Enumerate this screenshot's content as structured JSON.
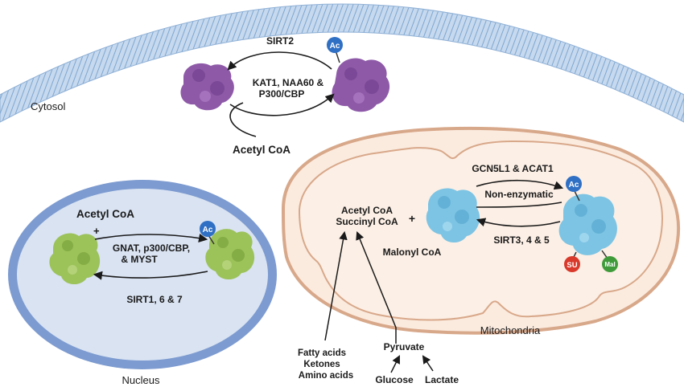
{
  "compartments": {
    "cytosol": "Cytosol",
    "nucleus": "Nucleus",
    "mitochondria": "Mitochondria"
  },
  "cytosol_cycle": {
    "deacetylase": "SIRT2",
    "acetyltransferase_line1": "KAT1, NAA60 &",
    "acetyltransferase_line2": "P300/CBP",
    "substrate": "Acetyl CoA"
  },
  "nucleus_cycle": {
    "substrate": "Acetyl CoA",
    "plus": "+",
    "acetyltransferase_line1": "GNAT, p300/CBP,",
    "acetyltransferase_line2": "& MYST",
    "deacetylase": "SIRT1, 6 & 7"
  },
  "mito_cycle": {
    "substrate_line1": "Acetyl CoA",
    "substrate_line2": "Succinyl CoA",
    "plus": "+",
    "substrate_line3": "Malonyl CoA",
    "acetyltransferase": "GCN5L1 & ACAT1",
    "non_enzymatic": "Non-enzymatic",
    "deacetylase": "SIRT3, 4 & 5"
  },
  "sources": {
    "fatty_acids": "Fatty acids",
    "ketones": "Ketones",
    "amino_acids": "Amino acids",
    "pyruvate": "Pyruvate",
    "glucose": "Glucose",
    "lactate": "Lactate"
  },
  "badges": {
    "acetyl": "Ac",
    "succinyl": "SU",
    "malonyl": "Mal"
  },
  "colors": {
    "cytosol_protein": "#8e5aa8",
    "nucleus_protein": "#9cc25a",
    "mito_protein": "#7dc4e4",
    "nucleus_fill": "#d9e3f2",
    "nucleus_rim": "#7d9bd0",
    "mito_fill": "#fbebdf",
    "mito_rim": "#d8a88a",
    "ac_badge": "#2f6fc4",
    "su_badge": "#d8392b",
    "mal_badge": "#3f9b3a"
  }
}
